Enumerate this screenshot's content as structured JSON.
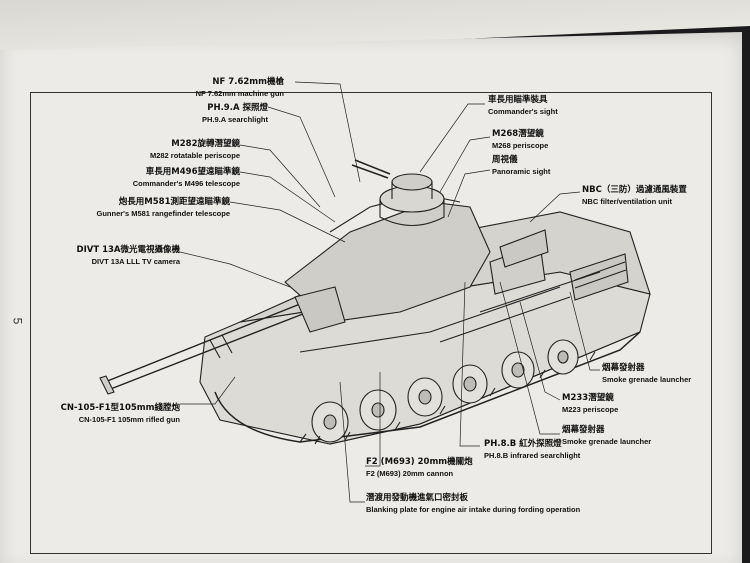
{
  "page_number": "5",
  "labels": {
    "nf": {
      "zh": "NF 7.62mm機槍",
      "en": "NF 7.62mm machine gun"
    },
    "ph9a": {
      "zh": "PH.9.A 探照燈",
      "en": "PH.9.A searchlight"
    },
    "m282": {
      "zh": "M282旋轉潛望鏡",
      "en": "M282 rotatable periscope"
    },
    "m496": {
      "zh": "車長用M496望遠瞄準鏡",
      "en": "Commander's M496 telescope"
    },
    "m581": {
      "zh": "炮長用M581測距望遠瞄準鏡",
      "en": "Gunner's M581 rangefinder telescope"
    },
    "divt": {
      "zh": "DIVT 13A微光電視攝像機",
      "en": "DIVT 13A LLL TV camera"
    },
    "cn105": {
      "zh": "CN-105-F1型105mm綫膛炮",
      "en": "CN-105-F1 105mm rifled gun"
    },
    "f2": {
      "zh": "F2 (M693) 20mm機關炮",
      "en": "F2 (M693) 20mm cannon"
    },
    "blank": {
      "zh": "潛渡用發動機進氣口密封板",
      "en": "Blanking plate for engine air intake during fording operation"
    },
    "cmdsight": {
      "zh": "車長用瞄準裝具",
      "en": "Commander's sight"
    },
    "m268": {
      "zh": "M268潛望鏡",
      "en": "M268 periscope"
    },
    "pano": {
      "zh": "周視儀",
      "en": "Panoramic sight"
    },
    "nbc": {
      "zh": "NBC（三防）過濾通風裝置",
      "en": "NBC filter/ventilation unit"
    },
    "smoke1": {
      "zh": "烟幕發射器",
      "en": "Smoke grenade launcher"
    },
    "m233": {
      "zh": "M233潛望鏡",
      "en": "M223 periscope"
    },
    "smoke2": {
      "zh": "烟幕發射器",
      "en": "Smoke grenade launcher"
    },
    "ph8b": {
      "zh": "PH.8.B 紅外探照燈",
      "en": "PH.8.B infrared searchlight"
    }
  },
  "colors": {
    "ink": "#111111",
    "paper": "#ecebe7",
    "background": "#1b1b1d"
  }
}
